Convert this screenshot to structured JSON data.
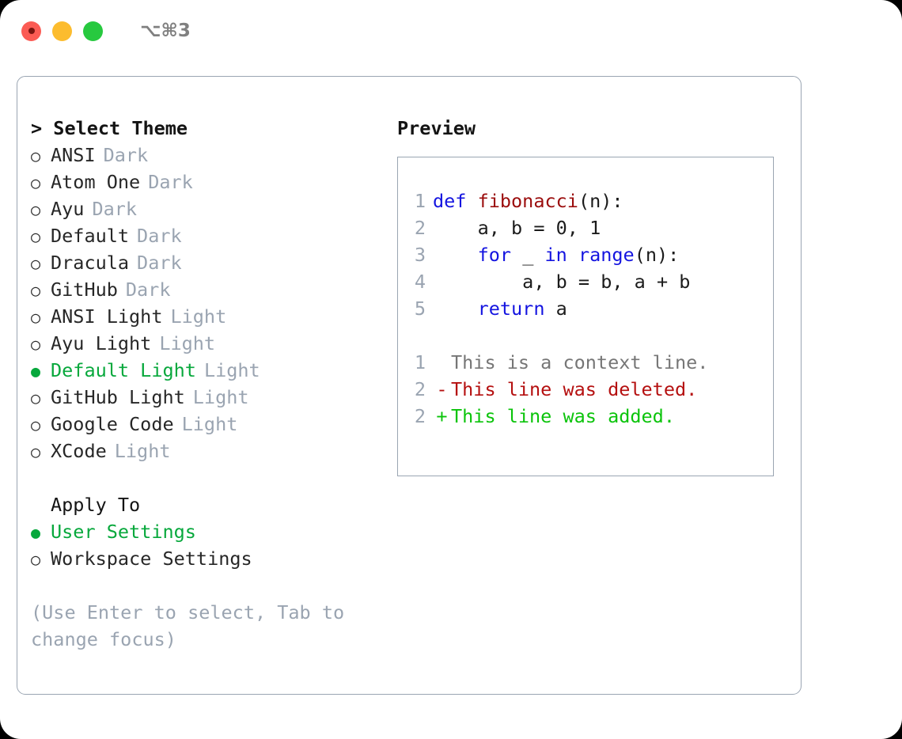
{
  "titlebar": {
    "shortcut": "⌥⌘3",
    "lights": [
      {
        "name": "close",
        "color": "#fb5b54"
      },
      {
        "name": "minimize",
        "color": "#fcbc2e"
      },
      {
        "name": "maximize",
        "color": "#27c93f"
      }
    ]
  },
  "theme_picker": {
    "heading": "> Select Theme",
    "marker_selected": "●",
    "marker_unselected": "○",
    "accent_color": "#07a83c",
    "tag_color": "#9aa4b1",
    "items": [
      {
        "label": "ANSI",
        "tag": "Dark",
        "selected": false
      },
      {
        "label": "Atom One",
        "tag": "Dark",
        "selected": false
      },
      {
        "label": "Ayu",
        "tag": "Dark",
        "selected": false
      },
      {
        "label": "Default",
        "tag": "Dark",
        "selected": false
      },
      {
        "label": "Dracula",
        "tag": "Dark",
        "selected": false
      },
      {
        "label": "GitHub",
        "tag": "Dark",
        "selected": false
      },
      {
        "label": "ANSI Light",
        "tag": "Light",
        "selected": false
      },
      {
        "label": "Ayu Light",
        "tag": "Light",
        "selected": false
      },
      {
        "label": "Default Light",
        "tag": "Light",
        "selected": true
      },
      {
        "label": "GitHub Light",
        "tag": "Light",
        "selected": false
      },
      {
        "label": "Google Code",
        "tag": "Light",
        "selected": false
      },
      {
        "label": "XCode",
        "tag": "Light",
        "selected": false
      }
    ]
  },
  "apply_to": {
    "heading": "Apply To",
    "items": [
      {
        "label": "User Settings",
        "selected": true
      },
      {
        "label": "Workspace Settings",
        "selected": false
      }
    ]
  },
  "hint": "(Use Enter to select, Tab to change focus)",
  "preview": {
    "heading": "Preview",
    "code_lines": [
      {
        "num": "1",
        "tokens": [
          {
            "t": "def ",
            "c": "kw"
          },
          {
            "t": "fibonacci",
            "c": "fn"
          },
          {
            "t": "(n):",
            "c": "pl"
          }
        ]
      },
      {
        "num": "2",
        "tokens": [
          {
            "t": "    a, b = 0, 1",
            "c": "pl"
          }
        ]
      },
      {
        "num": "3",
        "tokens": [
          {
            "t": "    ",
            "c": "pl"
          },
          {
            "t": "for",
            "c": "kw"
          },
          {
            "t": " _ ",
            "c": "pl"
          },
          {
            "t": "in",
            "c": "kw"
          },
          {
            "t": " ",
            "c": "pl"
          },
          {
            "t": "range",
            "c": "bi"
          },
          {
            "t": "(n):",
            "c": "pl"
          }
        ]
      },
      {
        "num": "4",
        "tokens": [
          {
            "t": "        a, b = b, a + b",
            "c": "pl"
          }
        ]
      },
      {
        "num": "5",
        "tokens": [
          {
            "t": "    ",
            "c": "pl"
          },
          {
            "t": "return",
            "c": "kw"
          },
          {
            "t": " a",
            "c": "pl"
          }
        ]
      }
    ],
    "diff_lines": [
      {
        "num": "1",
        "mark": " ",
        "text": "This is a context line.",
        "kind": "ctx"
      },
      {
        "num": "2",
        "mark": "-",
        "text": "This line was deleted.",
        "kind": "del"
      },
      {
        "num": "2",
        "mark": "+",
        "text": "This line was added.",
        "kind": "add"
      }
    ]
  }
}
